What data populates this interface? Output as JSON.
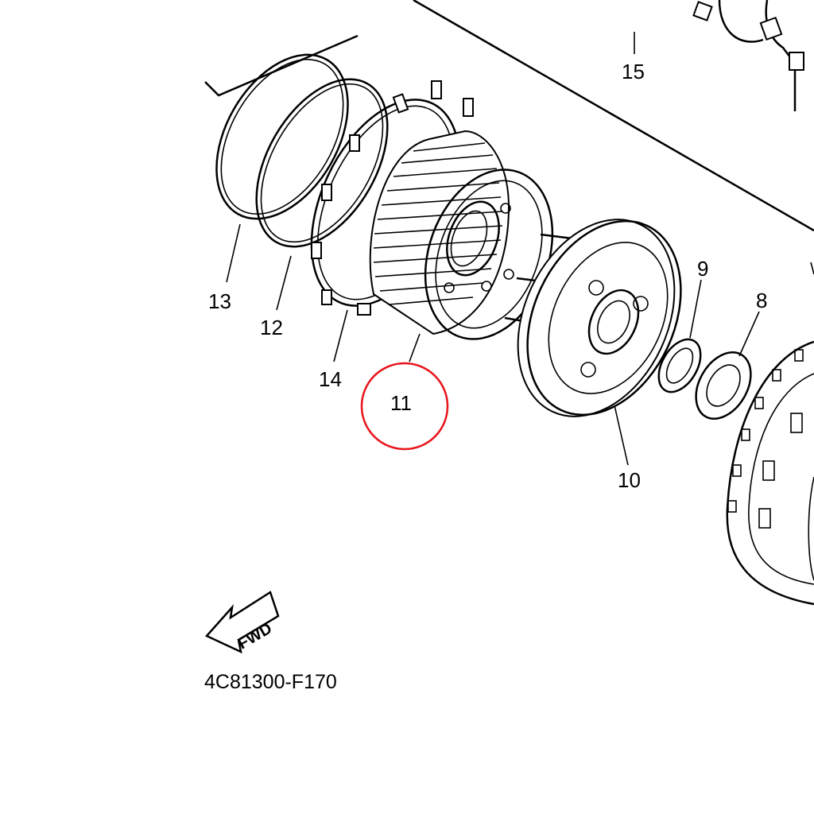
{
  "diagram": {
    "part_labels": [
      {
        "id": "15",
        "text": "15"
      },
      {
        "id": "13",
        "text": "13"
      },
      {
        "id": "12",
        "text": "12"
      },
      {
        "id": "14",
        "text": "14"
      },
      {
        "id": "11",
        "text": "11"
      },
      {
        "id": "10",
        "text": "10"
      },
      {
        "id": "9",
        "text": "9"
      },
      {
        "id": "8",
        "text": "8"
      }
    ],
    "highlighted_part": "11",
    "highlight_color": "#e8141c",
    "fwd_arrow_text": "FWD",
    "diagram_code": "4C81300-F170"
  }
}
